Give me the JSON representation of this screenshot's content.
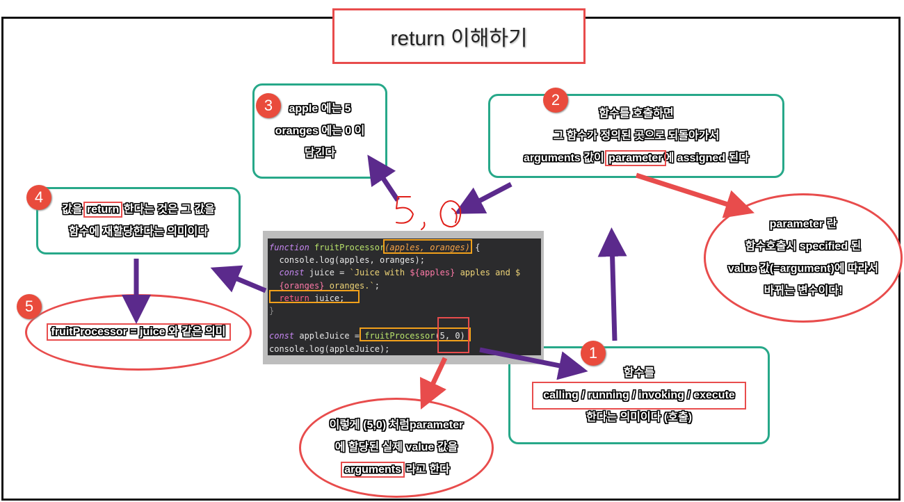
{
  "title": "return 이해하기",
  "boxes": {
    "b1": {
      "number": "1",
      "line1": "함수를",
      "line2": "calling / running / invoking / execute",
      "line3": "한다는 의미이다 (호출)"
    },
    "b2": {
      "number": "2",
      "line1": "함수를 호출하면",
      "line2": "그 함수가 정의된 곳으로 되돌아가서",
      "line3_pre": "arguments 값이 ",
      "line3_hl": "parameter",
      "line3_post": "에 assigned 된다"
    },
    "b3": {
      "number": "3",
      "line1": "apple 에는 5",
      "line2": "oranges 에는 0 이",
      "line3": "담긴다"
    },
    "b4": {
      "number": "4",
      "line1_pre": "값을 ",
      "line1_hl": "return",
      "line1_post": " 한다는 것은 그 값을",
      "line2": "함수에 재할당한다는 의미이다"
    },
    "b5": {
      "number": "5",
      "line1": "fruitProcessor = juice 와 같은 의미"
    }
  },
  "ellipses": {
    "parameter": {
      "l1": "parameter 란",
      "l2": "함수호출시 specified 된",
      "l3": "value 값(=argument)에 따라서",
      "l4": "바뀌는 변수이다!"
    },
    "arguments": {
      "l1": "이렇게 (5,0) 처럼parameter",
      "l2": "에 할당된 실제 value 값을",
      "l3_hl": "arguments",
      "l3_post": " 라고 한다"
    }
  },
  "handwritten": "5, 0",
  "code": {
    "l1_kw": "function",
    "l1_name": " fruitProcessor",
    "l1_params": "(apples, oranges)",
    "l1_end": " {",
    "l2": "  console.log(apples, oranges);",
    "l3_kw": "  const",
    "l3_a": " juice = ",
    "l3_s1": "`Juice with ",
    "l3_t1": "${apples}",
    "l3_s2": " apples and $",
    "l4_t": "  {oranges}",
    "l4_s": " oranges.`",
    "l4_e": ";",
    "l5_kw": "  return",
    "l5_rest": " juice;",
    "l6": "}",
    "l8_kw": "const",
    "l8_a": " appleJuice = ",
    "l8_fn": "fruitProcessor",
    "l8_args": "(5, 0)",
    "l9": "console.log(appleJuice);"
  },
  "colors": {
    "teal": "#27a889",
    "red": "#e84c4c",
    "purple": "#5b2a8c",
    "orange": "#f2a11b",
    "badge": "#e94b3c"
  }
}
